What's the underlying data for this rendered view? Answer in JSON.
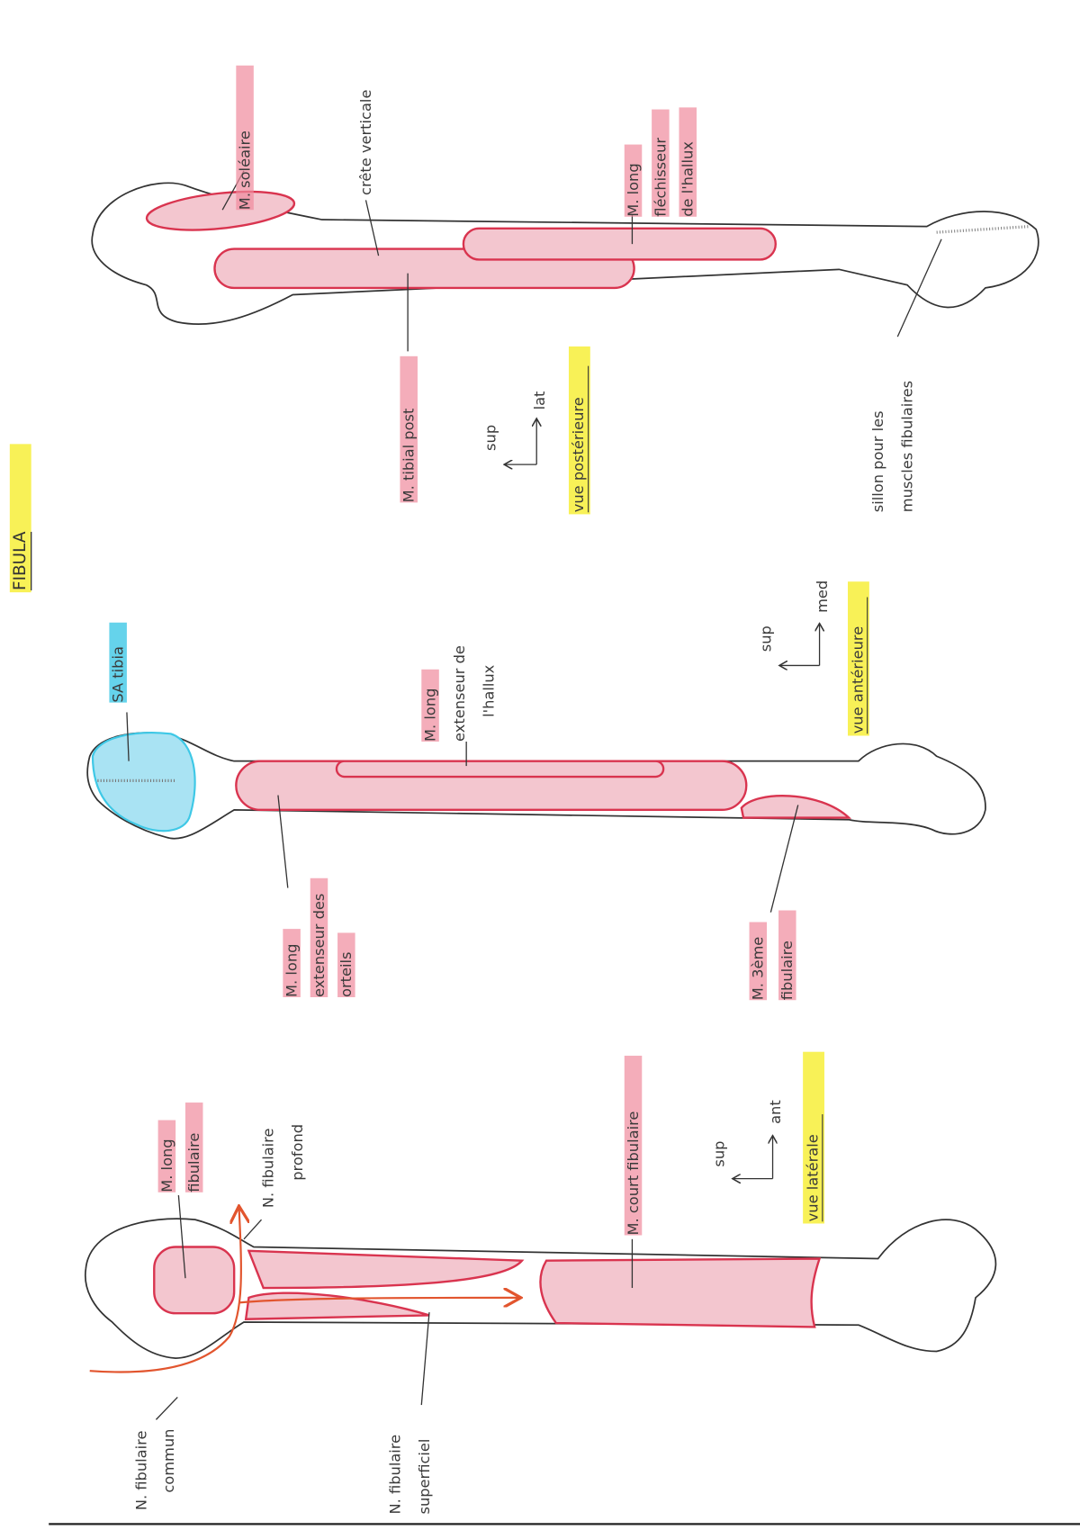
{
  "title": "FIBULA",
  "colors": {
    "muscle": "#d9344f",
    "muscle_fill": "#f3c6cf",
    "highlight_pink": "#f08a9c",
    "highlight_yellow": "#f7ef3a",
    "highlight_blue": "#3ec8e6",
    "nerve": "#e2552e",
    "joint_blue": "#a9e3f3"
  },
  "posterior": {
    "view_label": "vue postérieure",
    "axis": {
      "up": "sup",
      "right": "lat"
    },
    "labels": {
      "soleaire": "M. soléaire",
      "crete": "crête verticale",
      "flechisseur": [
        "M. long",
        "fléchisseur",
        "de l'hallux"
      ],
      "tibial_post": "M. tibial post",
      "sillon": [
        "sillon pour les",
        "muscles fibulaires"
      ]
    }
  },
  "anterior": {
    "view_label": "vue antérieure",
    "axis": {
      "up": "sup",
      "right": "med"
    },
    "labels": {
      "sa_tibia": "SA tibia",
      "ext_hallux": [
        "M. long",
        "extenseur de",
        "l'hallux"
      ],
      "ext_orteils": [
        "M. long",
        "extenseur des",
        "orteils"
      ],
      "troisieme_fibulaire": [
        "M. 3ème",
        "fibulaire"
      ]
    }
  },
  "lateral": {
    "view_label": "vue latérale",
    "axis": {
      "up": "sup",
      "right": "ant"
    },
    "labels": {
      "long_fibulaire": [
        "M. long",
        "fibulaire"
      ],
      "n_profond": [
        "N. fibulaire",
        "profond"
      ],
      "court_fibulaire": "M. court fibulaire",
      "n_commun": [
        "N. fibulaire",
        "commun"
      ],
      "n_superficiel": [
        "N. fibulaire",
        "superficiel"
      ]
    }
  }
}
